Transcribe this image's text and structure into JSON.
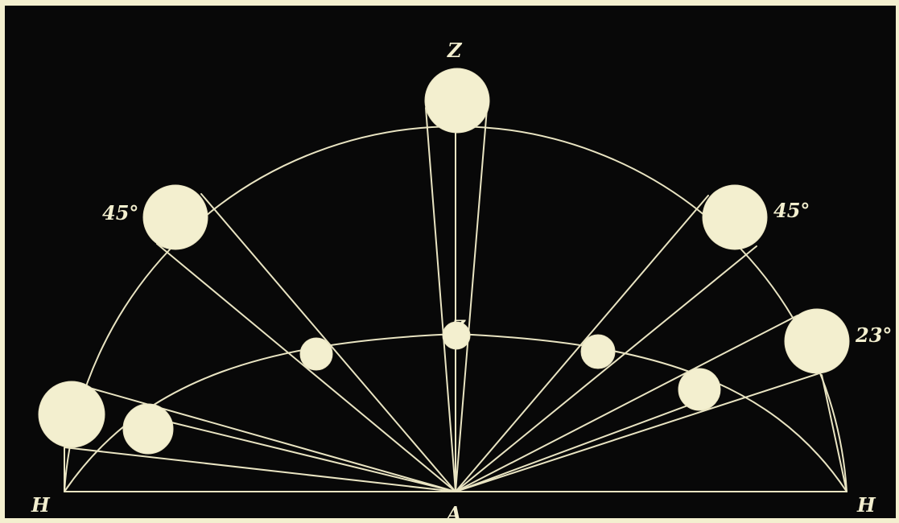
{
  "labels": {
    "zenith_outer": "Z",
    "zenith_inner": "Z",
    "left_45": "45°",
    "right_45": "45°",
    "right_23": "23°",
    "horizon_left": "H",
    "horizon_right": "H",
    "observer": "A"
  },
  "colors": {
    "background": "#080808",
    "border": "#f3efcf",
    "line": "#e9e4c2",
    "moon": "#f3efcf"
  }
}
